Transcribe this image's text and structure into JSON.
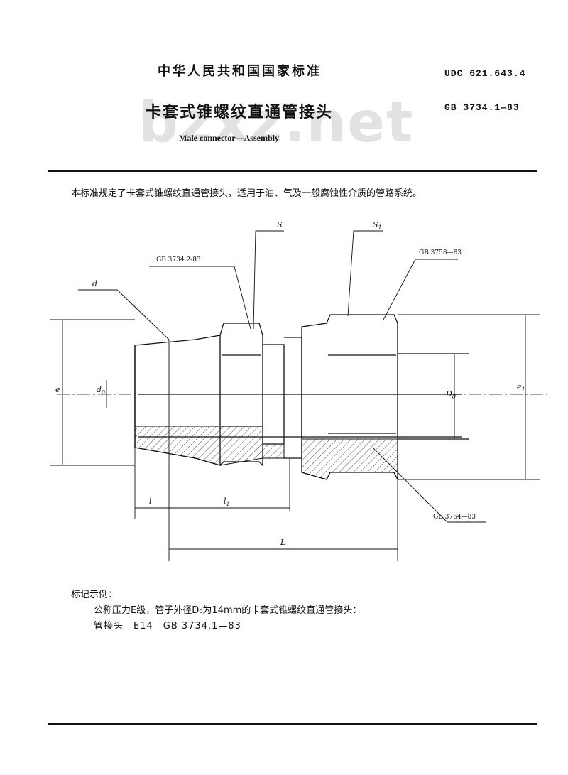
{
  "header": {
    "country": "中华人民共和国国家标准",
    "udc": "UDC 621.643.4",
    "standard_number": "GB 3734.1—83",
    "title_cn": "卡套式锥螺纹直通管接头",
    "title_en": "Male connector—Assembly",
    "watermark": "bzxz.net"
  },
  "body": {
    "scope": "本标准规定了卡套式锥螺纹直通管接头，适用于油、气及一般腐蚀性介质的管路系统。"
  },
  "drawing": {
    "labels": {
      "S": "S",
      "S1": "S",
      "S1_sub": "1",
      "gb_body": "GB 3734.2-83",
      "gb_nut": "GB 3758—83",
      "gb_ring": "GB 3764—83",
      "d": "d",
      "e": "e",
      "e1": "e",
      "e1_sub": "1",
      "d0": "d",
      "d0_sub": "0",
      "D0": "D",
      "D0_sub": "0",
      "l": "l",
      "l1": "l",
      "l1_sub": "1",
      "L": "L"
    }
  },
  "example": {
    "heading": "标记示例：",
    "description": "公称压力E级，管子外径D₀为14mm的卡套式锥螺纹直通管接头：",
    "code": "管接头　E14　GB 3734.1—83"
  }
}
